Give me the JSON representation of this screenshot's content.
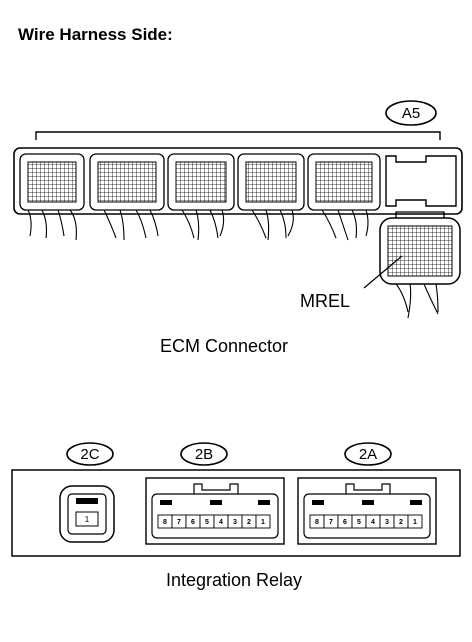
{
  "title": "Wire Harness Side:",
  "ecm": {
    "badge": "A5",
    "caption": "ECM Connector",
    "terminal_label": "MREL"
  },
  "relay": {
    "caption": "Integration Relay",
    "connectors": [
      {
        "badge": "2C",
        "pins": [
          "1"
        ]
      },
      {
        "badge": "2B",
        "pins": [
          "8",
          "7",
          "6",
          "5",
          "4",
          "3",
          "2",
          "1"
        ]
      },
      {
        "badge": "2A",
        "pins": [
          "8",
          "7",
          "6",
          "5",
          "4",
          "3",
          "2",
          "1"
        ]
      }
    ]
  }
}
